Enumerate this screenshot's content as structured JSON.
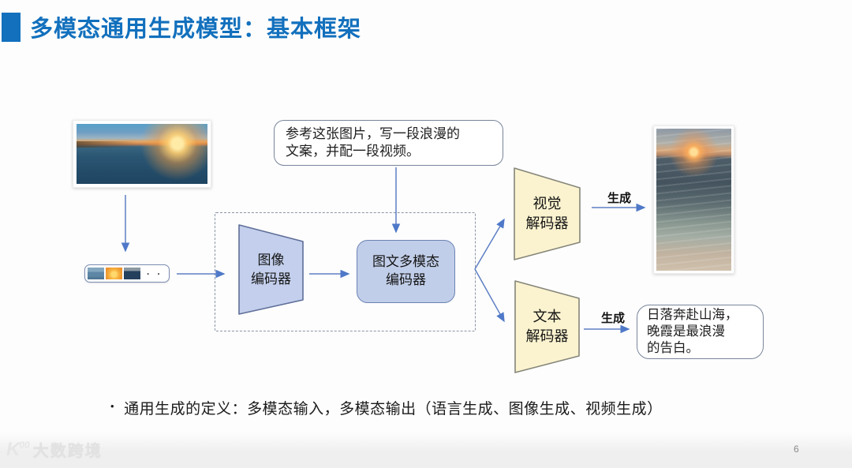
{
  "slide": {
    "title": "多模态通用生成模型：基本框架",
    "bullet": "通用生成的定义：多模态输入，多模态输出（语言生成、图像生成、视频生成）",
    "bullet_marker": "•",
    "page_number": "6",
    "watermark_text": "大数跨境",
    "watermark_logo": "K",
    "watermark_logo_sup": "00",
    "accent_color": "#1270BD"
  },
  "diagram": {
    "prompt_bubble_text": "参考这张图片，写一段浪漫的\n文案，并配一段视频。",
    "filmstrip_more": "· ·",
    "image_encoder_label": "图像\n编码器",
    "multimodal_encoder_label": "图文多模态\n编码器",
    "visual_decoder_label": "视觉\n解码器",
    "text_decoder_label": "文本\n解码器",
    "generate_label_top": "生成",
    "generate_label_bottom": "生成",
    "output_text_bubble": "日落奔赴山海，\n晚霞是最浪漫\n的告白。",
    "colors": {
      "encoder_fill": "#c3cfec",
      "encoder_border": "#5f6f9a",
      "decoder_fill": "#fbf3cf",
      "decoder_border": "#85857a",
      "arrow": "#4f79c8",
      "dashed_border": "#8a94a4"
    }
  }
}
